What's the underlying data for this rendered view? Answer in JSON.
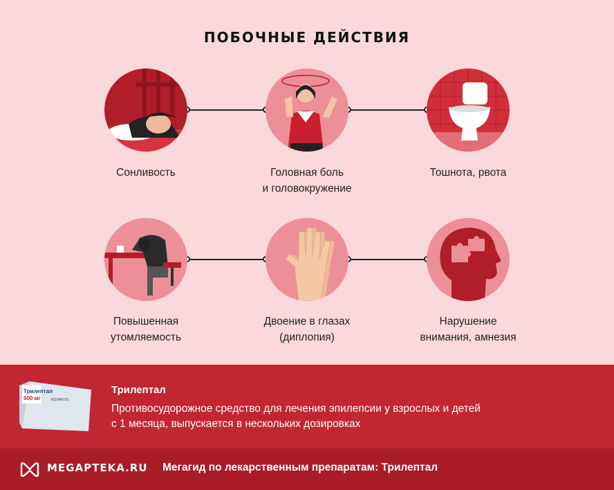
{
  "title": "ПОБОЧНЫЕ ДЕЙСТВИЯ",
  "effects": [
    {
      "lines": [
        "Сонливость"
      ],
      "icon": "sleeping-person-icon"
    },
    {
      "lines": [
        "Головная боль",
        "и головокружение"
      ],
      "icon": "dizzy-woman-icon"
    },
    {
      "lines": [
        "Тошнота, рвота"
      ],
      "icon": "toilet-icon"
    },
    {
      "lines": [
        "Повышенная",
        "утомляемость"
      ],
      "icon": "tired-at-desk-icon"
    },
    {
      "lines": [
        "Двоение в глазах",
        "(диплопия)"
      ],
      "icon": "double-hand-icon"
    },
    {
      "lines": [
        "Нарушение",
        "внимания, амнезия"
      ],
      "icon": "head-puzzle-icon"
    }
  ],
  "drug": {
    "name": "Трилептал",
    "description_lines": [
      "Противосудорожное средство для лечения эпилепсии у взрослых и детей",
      "с 1 месяца, выпускается в нескольких дозировках"
    ],
    "box_label": "Трилептал",
    "box_dose": "600 мг",
    "box_maker": "NOVARTIS"
  },
  "footer": {
    "brand": "MEGAPTEKA.RU",
    "text": "Мегагид по лекарственным препаратам: Трилептал"
  },
  "colors": {
    "background": "#fbd8da",
    "accent": "#c12632",
    "footer": "#a81c28",
    "circle": "#e97f87"
  }
}
